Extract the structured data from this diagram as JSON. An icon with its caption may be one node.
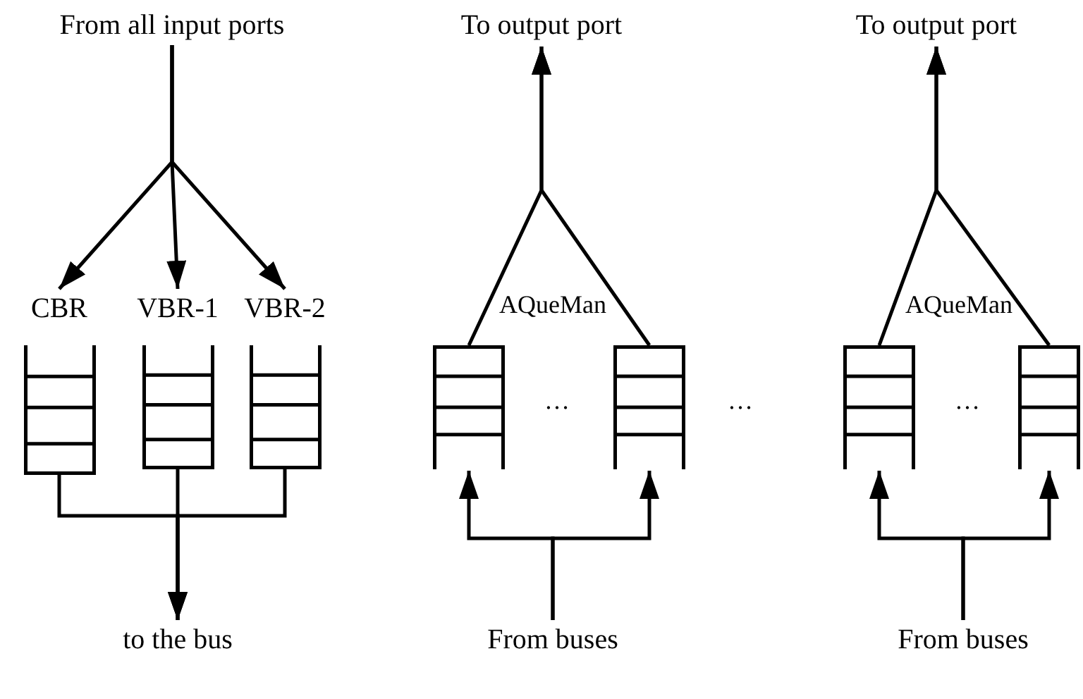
{
  "diagram": {
    "nodes": [
      {
        "text": [
          "From all input ports"
        ]
      },
      {
        "text": [
          "CBR"
        ]
      },
      {
        "text": [
          "VBR-1"
        ]
      },
      {
        "text": [
          "VBR-2"
        ]
      },
      {
        "text": [
          "to the bus"
        ]
      },
      {
        "text": [
          "To output port"
        ]
      },
      {
        "text": [],
        "shape": "box"
      },
      {
        "text": [],
        "shape": "box"
      },
      {
        "text": [
          "From buses"
        ]
      },
      {
        "text": [
          "To output port"
        ]
      },
      {
        "text": [],
        "shape": "box"
      },
      {
        "text": [],
        "shape": "box"
      },
      {
        "text": [
          "From buses"
        ]
      }
    ],
    "edges": [
      {
        "from": 0,
        "to": 1,
        "arrow": "to"
      },
      {
        "from": 0,
        "to": 2,
        "arrow": "to"
      },
      {
        "from": 0,
        "to": 3,
        "arrow": "to"
      },
      {
        "from": 1,
        "to": 4,
        "arrow": "to"
      },
      {
        "from": 2,
        "to": 4,
        "arrow": "to"
      },
      {
        "from": 3,
        "to": 4,
        "arrow": "to"
      },
      {
        "from": 6,
        "to": 5,
        "arrow": "to"
      },
      {
        "from": 7,
        "to": 5,
        "arrow": "to"
      },
      {
        "from": 8,
        "to": 6,
        "arrow": "to"
      },
      {
        "from": 8,
        "to": 7,
        "arrow": "to"
      },
      {
        "from": 10,
        "to": 9,
        "arrow": "to"
      },
      {
        "from": 11,
        "to": 9,
        "arrow": "to"
      },
      {
        "from": 12,
        "to": 10,
        "arrow": "to"
      },
      {
        "from": 12,
        "to": 11,
        "arrow": "to"
      }
    ],
    "labels": [
      "AQueMan",
      "AQueMan",
      "…",
      "…",
      "…"
    ]
  }
}
